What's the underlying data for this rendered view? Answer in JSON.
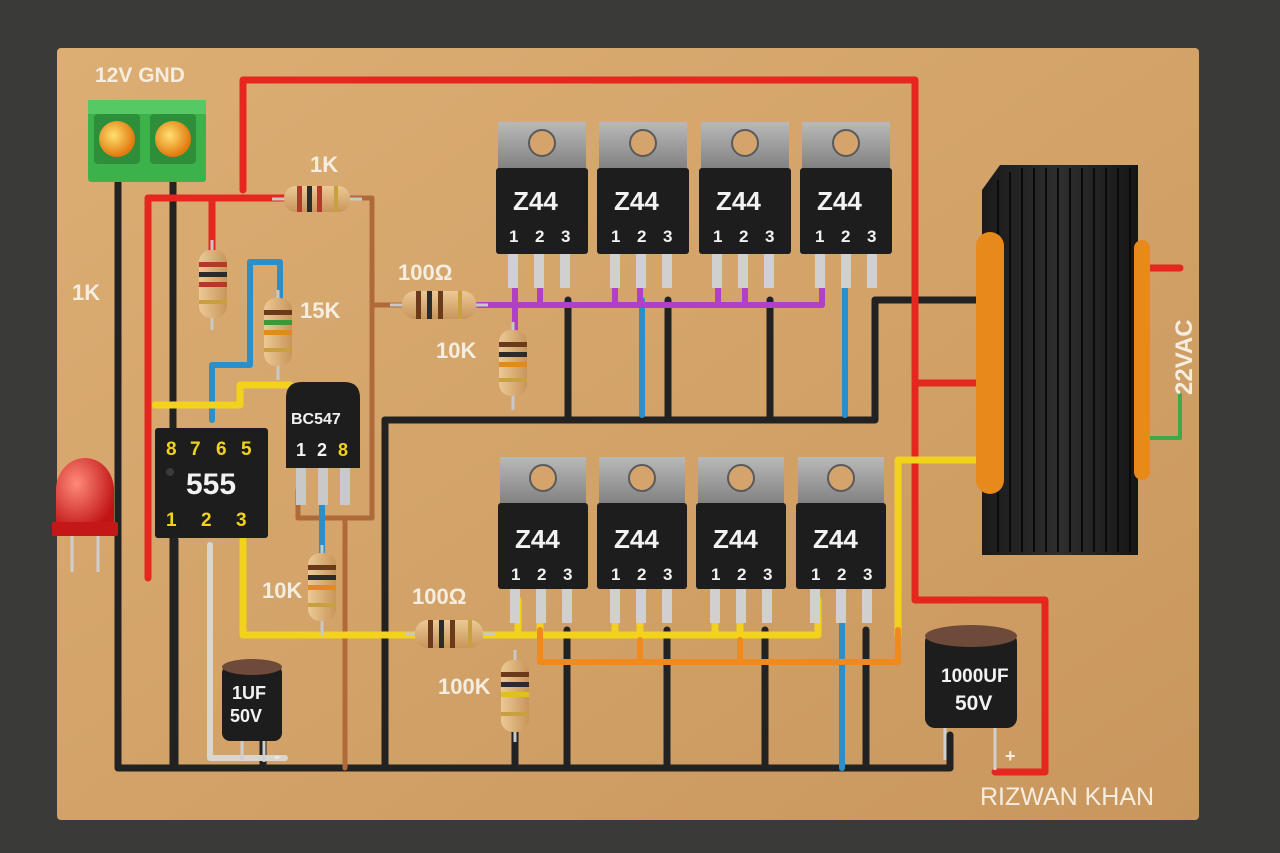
{
  "power_terminal": {
    "label": "12V GND"
  },
  "labels": {
    "r_left": "1K",
    "r_top": "1K",
    "r_15k": "15K",
    "r_10k_top": "10K",
    "r_10k_left": "10K",
    "r_100_top": "100Ω",
    "r_100_bottom": "100Ω",
    "r_100k": "100K",
    "output": "22VAC",
    "author": "RIZWAN KHAN"
  },
  "timer_ic": {
    "name": "555",
    "pins_top": [
      "8",
      "7",
      "6",
      "5"
    ],
    "pins_bottom": [
      "1",
      "2",
      "3"
    ]
  },
  "transistor": {
    "name": "BC547",
    "pins": [
      "1",
      "2",
      "8"
    ]
  },
  "mosfets": {
    "top": [
      {
        "name": "Z44",
        "pins": [
          "1",
          "2",
          "3"
        ]
      },
      {
        "name": "Z44",
        "pins": [
          "1",
          "2",
          "3"
        ]
      },
      {
        "name": "Z44",
        "pins": [
          "1",
          "2",
          "3"
        ]
      },
      {
        "name": "Z44",
        "pins": [
          "1",
          "2",
          "3"
        ]
      }
    ],
    "bottom": [
      {
        "name": "Z44",
        "pins": [
          "1",
          "2",
          "3"
        ]
      },
      {
        "name": "Z44",
        "pins": [
          "1",
          "2",
          "3"
        ]
      },
      {
        "name": "Z44",
        "pins": [
          "1",
          "2",
          "3"
        ]
      },
      {
        "name": "Z44",
        "pins": [
          "1",
          "2",
          "3"
        ]
      }
    ]
  },
  "cap_small": {
    "value": "1UF",
    "voltage": "50V"
  },
  "cap_large": {
    "value": "1000UF",
    "voltage": "50V"
  },
  "cap_small_polarity": "-",
  "cap_large_polarity": "+",
  "colors": {
    "board": "#d4a46c",
    "wire_red": "#e5271f",
    "wire_black": "#222222",
    "wire_yellow": "#f2d21c",
    "wire_blue": "#2d8fc8",
    "wire_purple": "#b040c8",
    "wire_orange": "#f08a1e",
    "wire_brown": "#b06a3a",
    "terminal_green": "#3bb24a",
    "led_red": "#d81f1f"
  }
}
